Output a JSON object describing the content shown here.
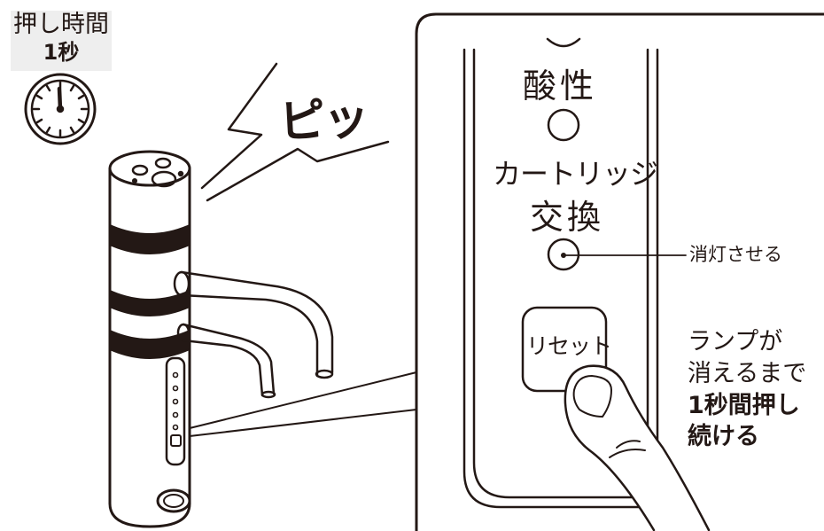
{
  "press_time": {
    "label": "押し時間",
    "value": "1秒"
  },
  "beep": "ピッ",
  "panel": {
    "acid_label": "酸性",
    "cartridge_line1": "カートリッジ",
    "cartridge_line2": "交換",
    "lamp_callout": "消灯させる",
    "reset_button": "リセット"
  },
  "instruction": {
    "line1": "ランプが",
    "line2": "消えるまで",
    "line3": "1秒間押し",
    "line4": "続ける"
  },
  "colors": {
    "ink": "#231815",
    "panel_fill": "#ffffff",
    "press_box_bg": "#eeeeee"
  },
  "icons": [
    "clock-icon",
    "beep-lightning-icon",
    "faucet-illustration",
    "finger-illustration"
  ]
}
